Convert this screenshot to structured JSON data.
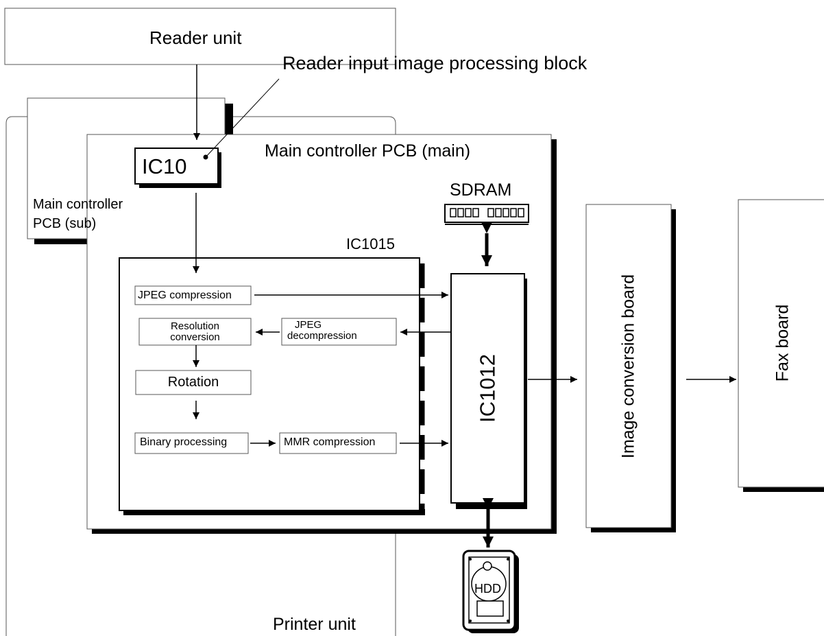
{
  "diagram": {
    "reader_unit": "Reader unit",
    "reader_input_block": "Reader input image processing block",
    "ic10": "IC10",
    "controller_sub": [
      "Main controller",
      "PCB (sub)"
    ],
    "controller_main": "Main controller PCB (main)",
    "sdram": "SDRAM",
    "ic1015": "IC1015",
    "ic1012": "IC1012",
    "jpeg_compression": "JPEG compression",
    "resolution_conversion": [
      "Resolution",
      "conversion"
    ],
    "jpeg_decompression": [
      "JPEG",
      "decompression"
    ],
    "rotation": "Rotation",
    "binary_processing": "Binary processing",
    "mmr_compression": "MMR compression",
    "image_conversion_board": "Image conversion board",
    "fax_board": "Fax board",
    "hdd": "HDD",
    "printer_unit": "Printer unit"
  }
}
